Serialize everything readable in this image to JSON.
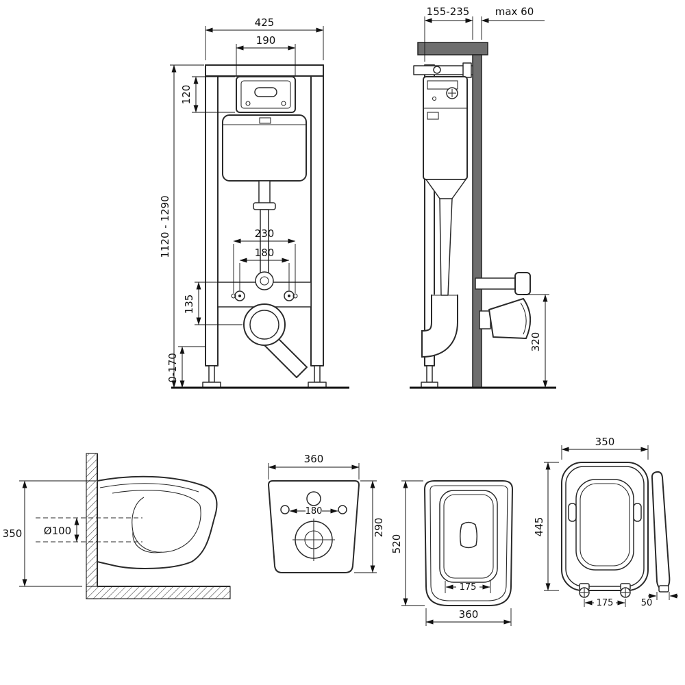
{
  "drawing": {
    "frame_front": {
      "dims": {
        "width": "425",
        "plate_width": "190",
        "plate_height": "120",
        "height_range": "1120 - 1290",
        "fixing_span_outer": "230",
        "fixing_span_inner": "180",
        "outlet_drop": "135",
        "floor_adjust": "0-170"
      }
    },
    "frame_side": {
      "dims": {
        "depth_range": "155-235",
        "wall_clearance": "max 60",
        "outlet_height": "320"
      }
    },
    "bowl_side": {
      "dims": {
        "height": "350",
        "outlet_diameter": "Ø100"
      }
    },
    "bowl_front": {
      "dims": {
        "width": "360",
        "hole_span": "180",
        "height": "290"
      }
    },
    "bowl_top": {
      "dims": {
        "depth": "520",
        "flush_width": "175",
        "width": "360"
      }
    },
    "seat_top": {
      "dims": {
        "width": "350",
        "depth": "445",
        "hinge_span": "175",
        "thickness": "50"
      }
    }
  }
}
